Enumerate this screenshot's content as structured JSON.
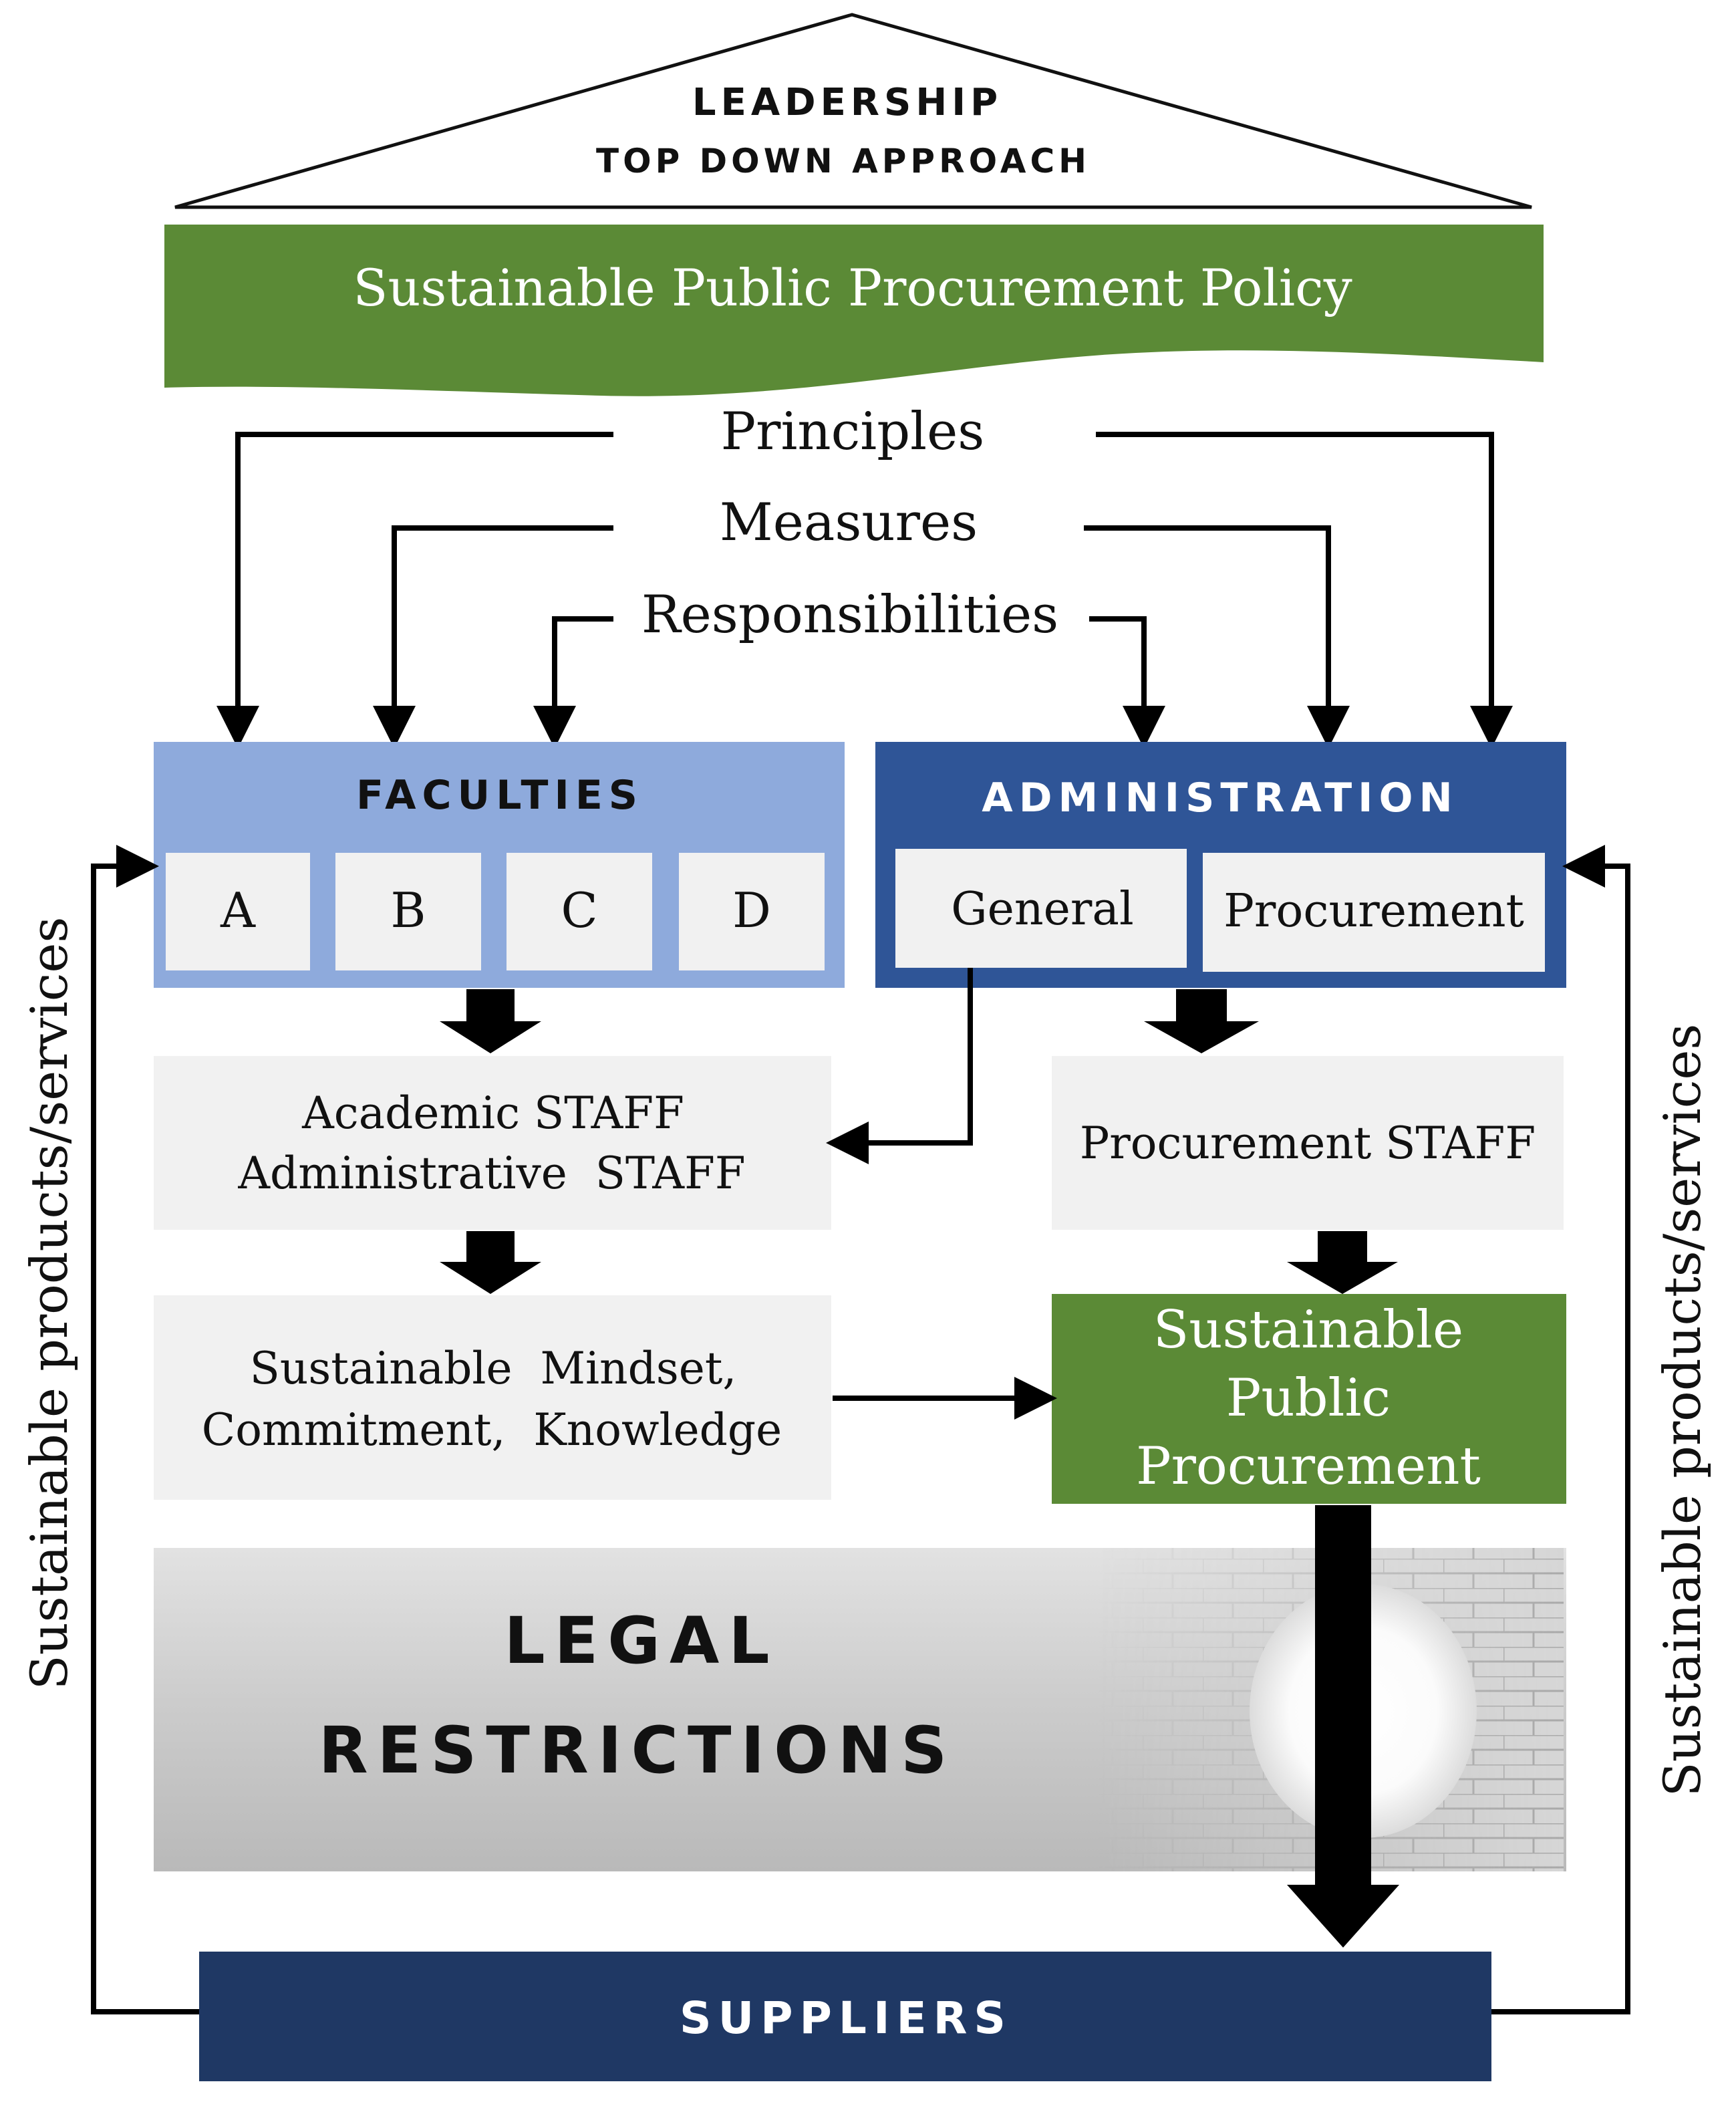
{
  "roof": {
    "line1": "LEADERSHIP",
    "line2": "TOP DOWN APPROACH"
  },
  "policy_banner": "Sustainable Public Procurement Policy",
  "policy_elements": {
    "principles": "Principles",
    "measures": "Measures",
    "responsibilities": "Responsibilities"
  },
  "faculties": {
    "title": "FACULTIES",
    "units": [
      "A",
      "B",
      "C",
      "D"
    ]
  },
  "administration": {
    "title": "ADMINISTRATION",
    "general": "General",
    "procurement": "Procurement"
  },
  "staff_left": {
    "line1": "Academic STAFF",
    "line2": "Administrative  STAFF"
  },
  "staff_right": "Procurement STAFF",
  "mindset": {
    "line1": "Sustainable  Mindset,",
    "line2": "Commitment,  Knowledge"
  },
  "spp": {
    "line1": "Sustainable",
    "line2": "Public",
    "line3": "Procurement"
  },
  "legal": {
    "line1": "LEGAL",
    "line2": "RESTRICTIONS"
  },
  "suppliers": "SUPPLIERS",
  "side_label_left": "Sustainable products/services",
  "side_label_right": "Sustainable products/services",
  "colors": {
    "green": "#5b8a36",
    "light_blue": "#8eaadc",
    "dark_blue": "#2f5597",
    "navy": "#1f3864",
    "light_gray": "#f1f1f1",
    "legal_gray": "#c4c4c4"
  }
}
